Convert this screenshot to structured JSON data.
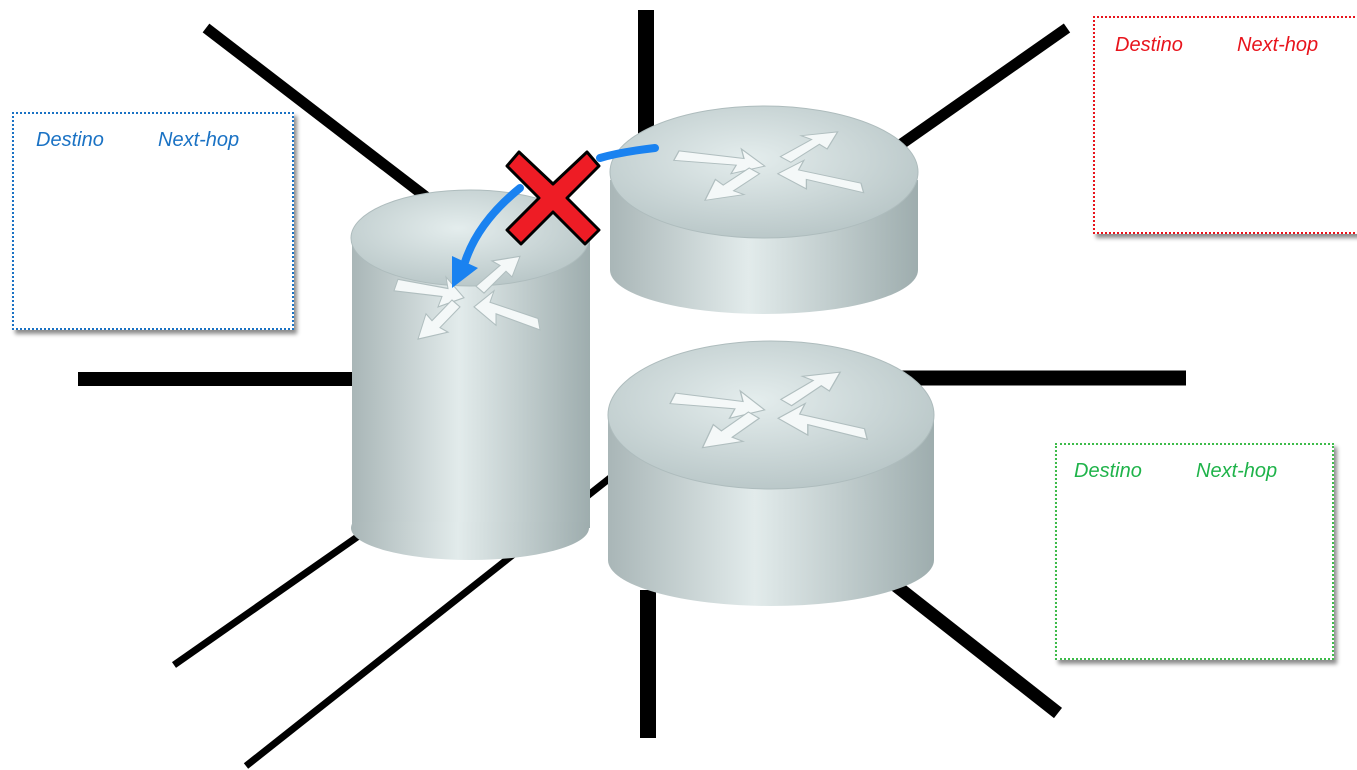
{
  "routing_tables": {
    "blue": {
      "col_destination": "Destino",
      "col_nexthop": "Next-hop",
      "color": "#1a72c4"
    },
    "red": {
      "col_destination": "Destino",
      "col_nexthop": "Next-hop",
      "color": "#e8141c"
    },
    "green": {
      "col_destination": "Destino",
      "col_nexthop": "Next-hop",
      "color": "#1fb34a"
    }
  },
  "colors": {
    "link": "#000000",
    "router_body": "#b9c6c7",
    "router_top": "#d6e0e0",
    "route_arrow": "#1a82f0",
    "failure_mark": "#ee1c25"
  },
  "icons": [
    "router-icon",
    "router-icon",
    "router-icon",
    "failure-x-icon",
    "route-arrow-icon"
  ]
}
